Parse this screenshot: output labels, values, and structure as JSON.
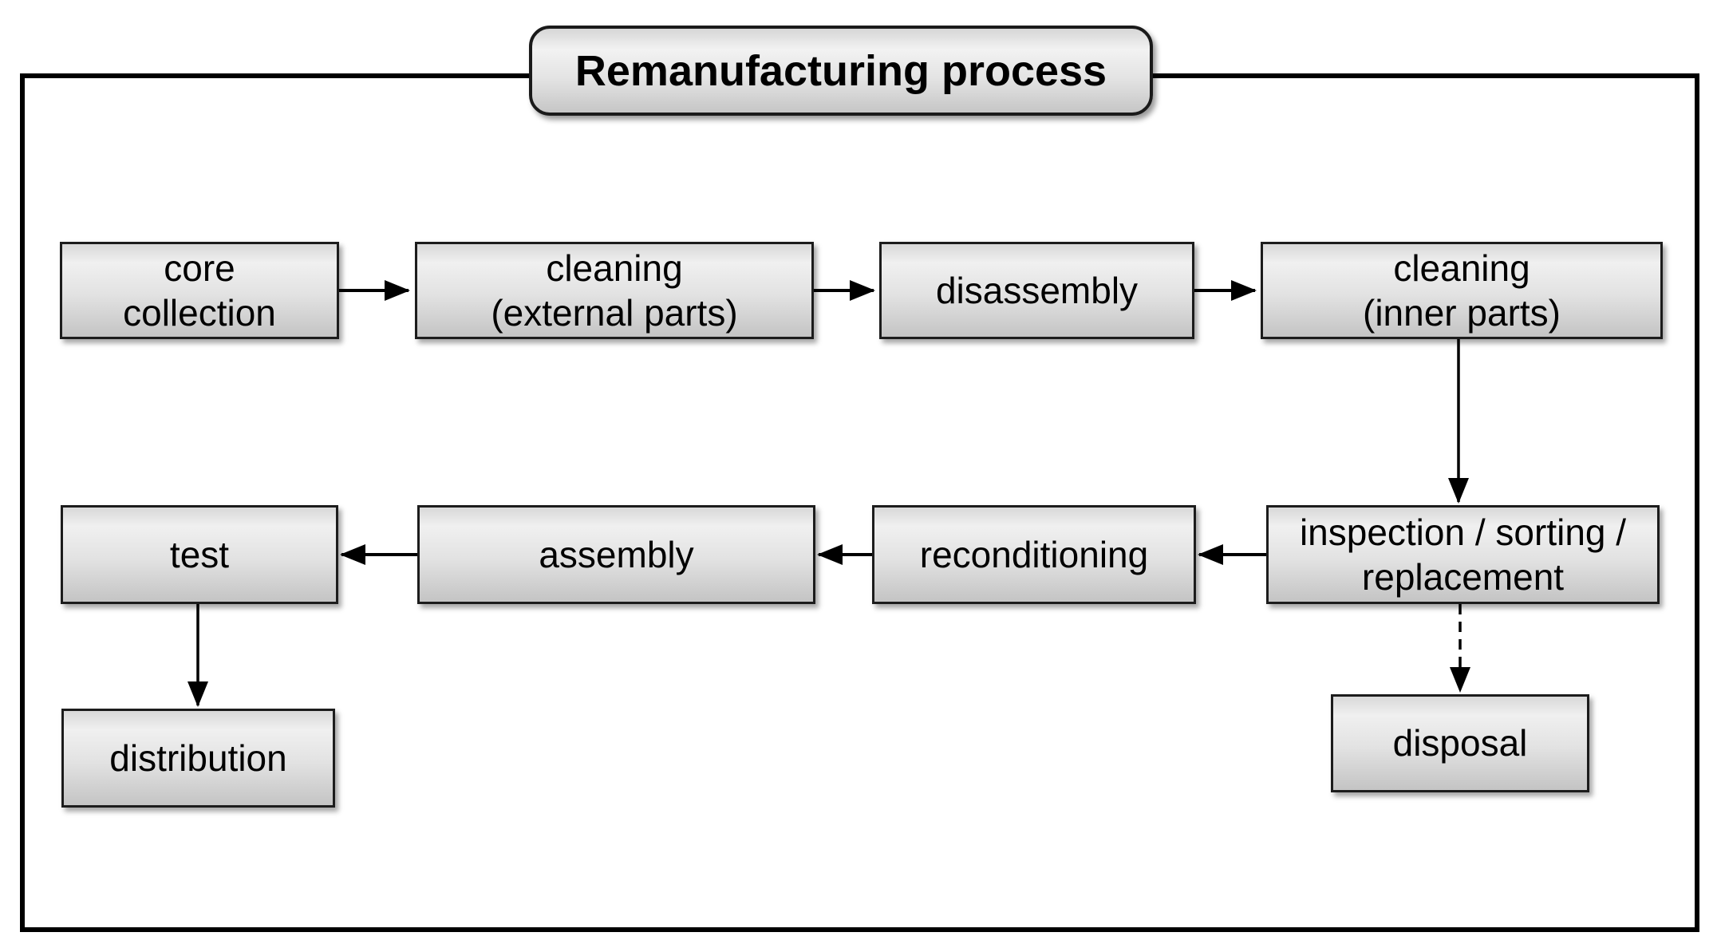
{
  "diagram": {
    "title": "Remanufacturing process",
    "nodes": [
      {
        "id": "core-collection",
        "label": "core\ncollection"
      },
      {
        "id": "cleaning-external",
        "label": "cleaning\n(external parts)"
      },
      {
        "id": "disassembly",
        "label": "disassembly"
      },
      {
        "id": "cleaning-inner",
        "label": "cleaning\n(inner parts)"
      },
      {
        "id": "inspection-sorting-replacement",
        "label": "inspection / sorting /\nreplacement"
      },
      {
        "id": "reconditioning",
        "label": "reconditioning"
      },
      {
        "id": "assembly",
        "label": "assembly"
      },
      {
        "id": "test",
        "label": "test"
      },
      {
        "id": "distribution",
        "label": "distribution"
      },
      {
        "id": "disposal",
        "label": "disposal"
      }
    ],
    "edges": [
      {
        "from": "core-collection",
        "to": "cleaning-external",
        "type": "solid-arrow"
      },
      {
        "from": "cleaning-external",
        "to": "disassembly",
        "type": "solid-arrow"
      },
      {
        "from": "disassembly",
        "to": "cleaning-inner",
        "type": "solid-arrow"
      },
      {
        "from": "cleaning-inner",
        "to": "inspection-sorting-replacement",
        "type": "solid-arrow"
      },
      {
        "from": "inspection-sorting-replacement",
        "to": "reconditioning",
        "type": "solid-arrow"
      },
      {
        "from": "reconditioning",
        "to": "assembly",
        "type": "solid-arrow"
      },
      {
        "from": "assembly",
        "to": "test",
        "type": "solid-arrow"
      },
      {
        "from": "test",
        "to": "distribution",
        "type": "solid-arrow"
      },
      {
        "from": "inspection-sorting-replacement",
        "to": "disposal",
        "type": "dashed-arrow"
      }
    ],
    "colors": {
      "background": "#ffffff",
      "frame_border": "#000000",
      "box_border": "#1c1c1c",
      "box_fill_light": "#f0f0f0",
      "box_fill_dark": "#c4c4c4",
      "arrow": "#000000",
      "text": "#000000"
    }
  }
}
